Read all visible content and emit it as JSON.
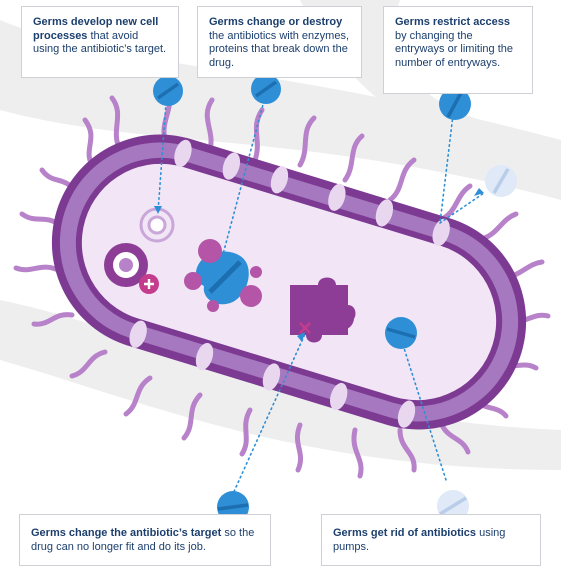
{
  "callouts": {
    "develop": {
      "bold": "Germs develop new cell processes",
      "rest": " that avoid using the antibiotic’s target."
    },
    "destroy": {
      "bold": "Germs change or destroy",
      "rest": " the antibiotics with enzymes, proteins that break down the drug."
    },
    "restrict": {
      "bold": "Germs restrict access",
      "rest": " by changing the entryways or limiting the number of entryways."
    },
    "target": {
      "bold": "Germs change the antibiotic’s target",
      "rest": " so the drug can no longer fit and do its job."
    },
    "pumps": {
      "bold": "Germs get rid of antibiotics",
      "rest": " using pumps."
    }
  },
  "colors": {
    "text": "#1c3f6e",
    "membrane_outer": "#7c3a92",
    "membrane_band": "#a678bf",
    "cytoplasm": "#f2e6f6",
    "purple_dark": "#8e3d97",
    "pill_blue": "#2f8fd6",
    "pill_light": "#dfe9f7",
    "flagella": "#b782c9",
    "dotted_line": "#2f8fd6"
  },
  "icons": [
    "bacterium-cell",
    "antibiotic-pill-icon",
    "enzyme-icon",
    "target-puzzle-icon",
    "new-process-icon",
    "efflux-pump-icon"
  ]
}
